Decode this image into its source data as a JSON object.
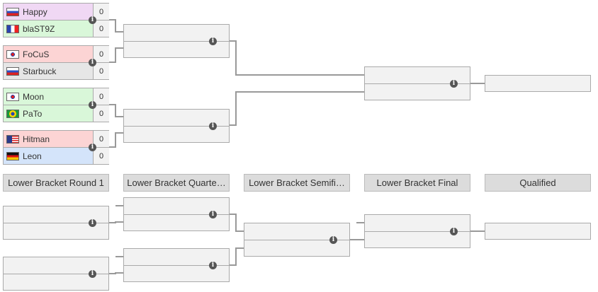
{
  "upper_bracket": {
    "round1": [
      {
        "p1": {
          "name": "Happy",
          "score": "0",
          "flag": "russia",
          "color": "#f0d8f4"
        },
        "p2": {
          "name": "blaST9Z",
          "score": "0",
          "flag": "france",
          "color": "#d9f7d9"
        }
      },
      {
        "p1": {
          "name": "FoCuS",
          "score": "0",
          "flag": "south-korea",
          "color": "#fcd4d4"
        },
        "p2": {
          "name": "Starbuck",
          "score": "0",
          "flag": "russia",
          "color": "#e6e6e6"
        }
      },
      {
        "p1": {
          "name": "Moon",
          "score": "0",
          "flag": "south-korea",
          "color": "#d9f7d9"
        },
        "p2": {
          "name": "PaTo",
          "score": "0",
          "flag": "brazil",
          "color": "#d9f7d9"
        }
      },
      {
        "p1": {
          "name": "Hitman",
          "score": "0",
          "flag": "usa",
          "color": "#fcd4d4"
        },
        "p2": {
          "name": "Leon",
          "score": "0",
          "flag": "germany",
          "color": "#d4e4fa"
        }
      }
    ]
  },
  "lower_bracket": {
    "headers": [
      "Lower Bracket Round 1",
      "Lower Bracket Quarte…",
      "Lower Bracket Semifi…",
      "Lower Bracket Final",
      "Qualified"
    ]
  },
  "icons": {
    "match_info": "info-icon"
  },
  "colors": {
    "border": "#aaaaaa",
    "connector": "#999999",
    "header_bg": "#dcdcdc",
    "empty_slot": "#f2f2f2"
  }
}
